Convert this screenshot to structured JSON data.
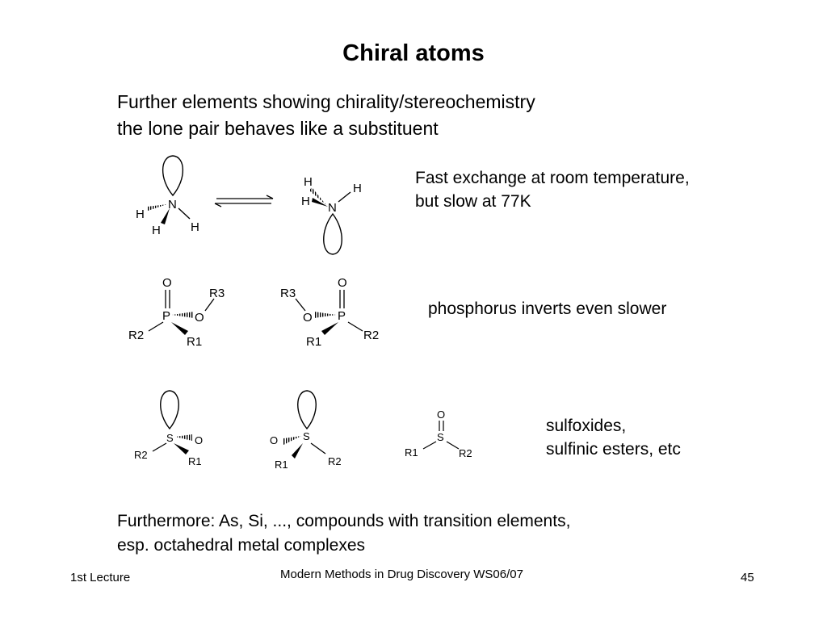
{
  "slide": {
    "title": "Chiral atoms",
    "intro": [
      "Further elements showing chirality/stereochemistry",
      "the lone pair behaves like a substituent"
    ],
    "notes": {
      "nitrogen": [
        "Fast exchange at room temperature,",
        "but slow at 77K"
      ],
      "phosphorus": [
        "phosphorus inverts even slower"
      ],
      "sulfur": [
        "sulfoxides,",
        "sulfinic esters, etc"
      ]
    },
    "outro": [
      "Furthermore: As, Si, ..., compounds with transition elements,",
      "esp. octahedral metal complexes"
    ],
    "footer": {
      "left": "1st Lecture",
      "center": "Modern Methods in Drug Discovery WS06/07",
      "page": "45"
    }
  },
  "atoms": {
    "N": "N",
    "H": "H",
    "P": "P",
    "O": "O",
    "S": "S",
    "R1": "R1",
    "R2": "R2",
    "R3": "R3"
  }
}
